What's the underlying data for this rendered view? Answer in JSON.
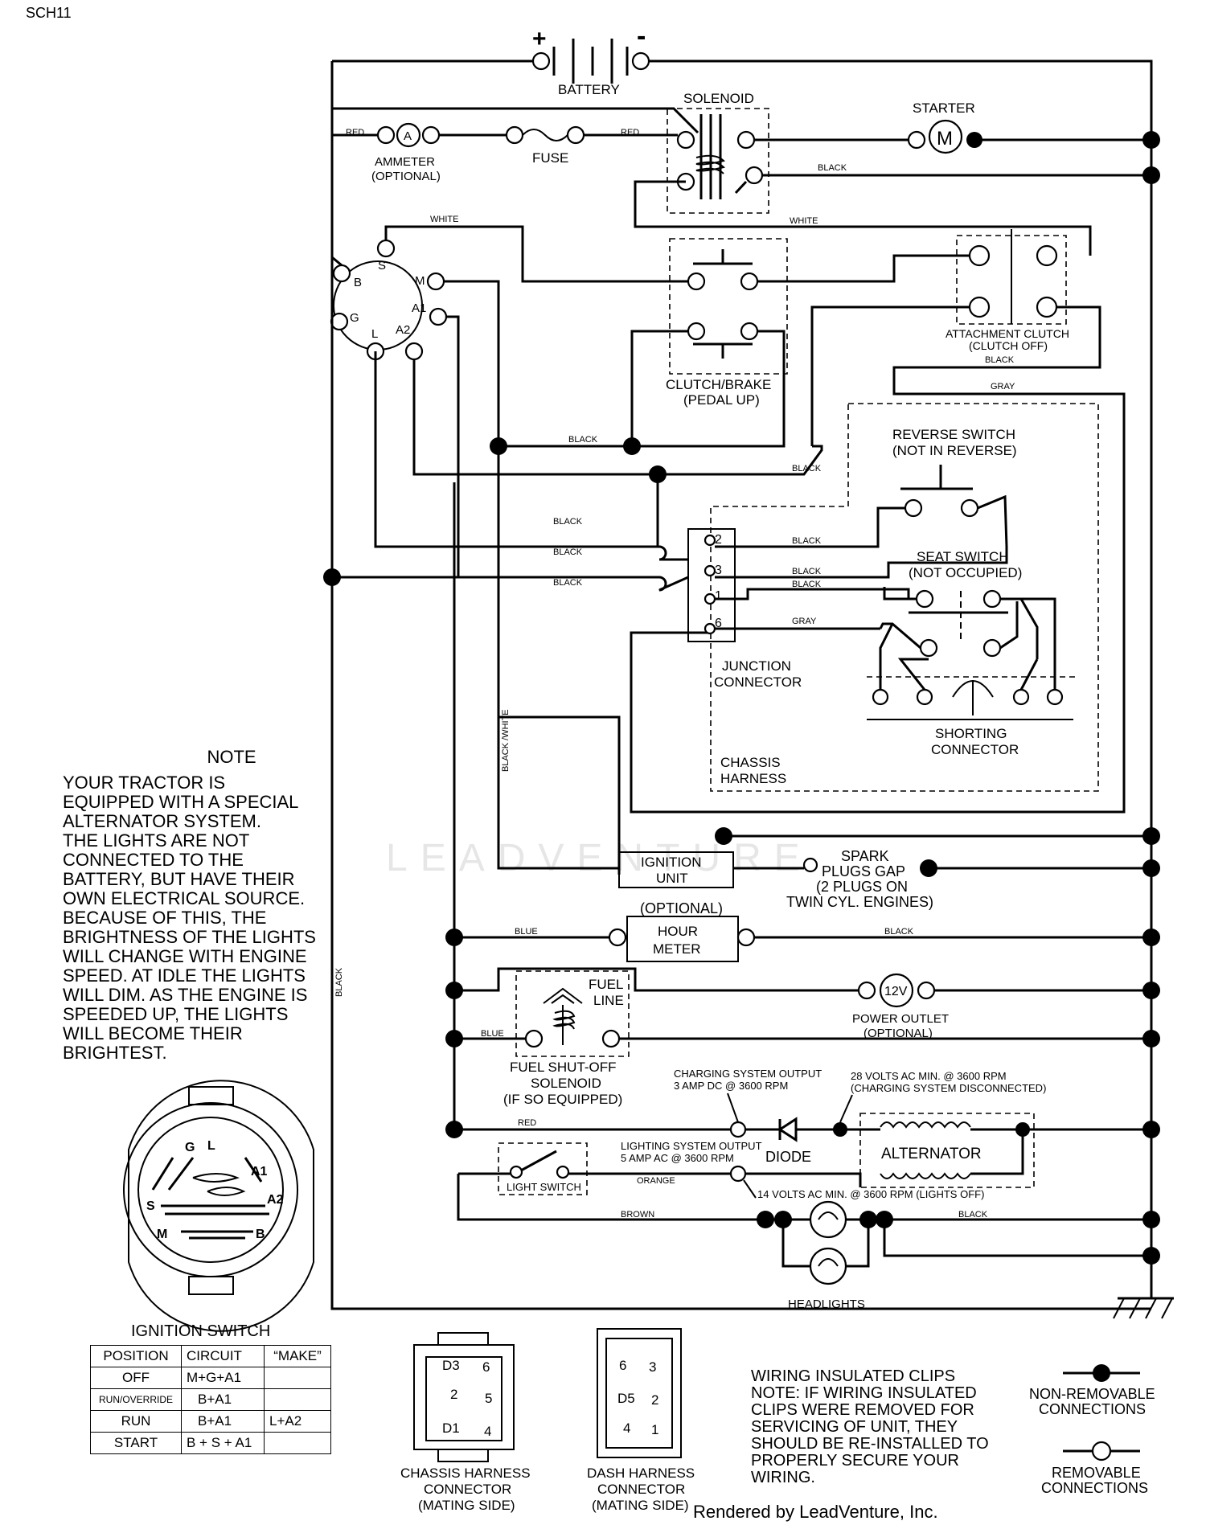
{
  "page_code": "SCH11",
  "battery": {
    "label": "BATTERY",
    "plus": "+",
    "minus": "-"
  },
  "solenoid": {
    "label": "SOLENOID"
  },
  "starter": {
    "label": "STARTER",
    "symbol": "M"
  },
  "ammeter": {
    "symbol": "A",
    "label_line1": "AMMETER",
    "label_line2": "(OPTIONAL)"
  },
  "fuse": {
    "label": "FUSE"
  },
  "ignition_terminals": [
    "S",
    "M",
    "B",
    "A1",
    "G",
    "L",
    "A2"
  ],
  "clutch_brake": {
    "line1": "CLUTCH/BRAKE",
    "line2": "(PEDAL UP)"
  },
  "attachment_clutch": {
    "line1": "ATTACHMENT CLUTCH",
    "line2": "(CLUTCH OFF)"
  },
  "reverse_switch": {
    "line1": "REVERSE SWITCH",
    "line2": "(NOT IN REVERSE)"
  },
  "seat_switch": {
    "line1": "SEAT SWITCH",
    "line2": "(NOT OCCUPIED)"
  },
  "junction_connector": {
    "line1": "JUNCTION",
    "line2": "CONNECTOR",
    "pins": [
      "2",
      "3",
      "1",
      "6"
    ]
  },
  "shorting_connector": {
    "line1": "SHORTING",
    "line2": "CONNECTOR"
  },
  "chassis_harness": {
    "line1": "CHASSIS",
    "line2": "HARNESS"
  },
  "ignition_unit": {
    "line1": "IGNITION",
    "line2": "UNIT"
  },
  "spark_plugs": {
    "line1": "SPARK",
    "line2": "PLUGS GAP",
    "line3": "(2 PLUGS ON",
    "line4": "TWIN CYL. ENGINES)"
  },
  "hour_meter": {
    "optional": "(OPTIONAL)",
    "line1": "HOUR",
    "line2": "METER"
  },
  "fuel_solenoid": {
    "fuel": "FUEL",
    "line": "LINE",
    "line1": "FUEL SHUT-OFF",
    "line2": "SOLENOID",
    "line3": "(IF SO EQUIPPED)"
  },
  "power_outlet": {
    "symbol": "12V",
    "line1": "POWER OUTLET",
    "line2": "(OPTIONAL)"
  },
  "charging": {
    "output_line1": "CHARGING SYSTEM OUTPUT",
    "output_line2": "3 AMP DC @ 3600 RPM",
    "ac_line1": "28 VOLTS AC MIN. @ 3600 RPM",
    "ac_line2": "(CHARGING SYSTEM DISCONNECTED)",
    "lighting_line1": "LIGHTING SYSTEM OUTPUT",
    "lighting_line2": "5 AMP AC @ 3600 RPM",
    "lights_off": "14 VOLTS AC MIN. @ 3600 RPM (LIGHTS OFF)",
    "diode": "DIODE",
    "alternator": "ALTERNATOR",
    "light_switch": "LIGHT SWITCH",
    "headlights": "HEADLIGHTS"
  },
  "wire_colors": {
    "red": "RED",
    "black": "BLACK",
    "white": "WHITE",
    "gray": "GRAY",
    "blue": "BLUE",
    "orange": "ORANGE",
    "brown": "BROWN",
    "black_white": "BLACK /WHITE"
  },
  "note": {
    "title": "NOTE",
    "lines": [
      "YOUR TRACTOR IS",
      "EQUIPPED WITH A SPECIAL",
      "ALTERNATOR SYSTEM.",
      "THE LIGHTS ARE NOT",
      "CONNECTED TO THE",
      "BATTERY, BUT HAVE THEIR",
      "OWN ELECTRICAL SOURCE.",
      "BECAUSE OF THIS, THE",
      "BRIGHTNESS OF THE LIGHTS",
      "WILL CHANGE WITH ENGINE",
      "SPEED.  AT IDLE THE LIGHTS",
      "WILL DIM.  AS THE ENGINE IS",
      "SPEEDED UP, THE LIGHTS",
      "WILL BECOME THEIR",
      "BRIGHTEST."
    ]
  },
  "ignition_switch": {
    "title": "IGNITION SWITCH",
    "face_labels": [
      "G",
      "L",
      "A1",
      "S",
      "A2",
      "M",
      "B"
    ],
    "table": {
      "headers": [
        "POSITION",
        "CIRCUIT",
        "“MAKE”"
      ],
      "rows": [
        {
          "position": "OFF",
          "circuit": "M+G+A1",
          "extra": ""
        },
        {
          "position": "RUN/OVERRIDE",
          "circuit": "B+A1",
          "extra": ""
        },
        {
          "position": "RUN",
          "circuit": "B+A1",
          "extra": "L+A2"
        },
        {
          "position": "START",
          "circuit": "B + S + A1",
          "extra": ""
        }
      ]
    }
  },
  "chassis_connector": {
    "line1": "CHASSIS HARNESS",
    "line2": "CONNECTOR",
    "line3": "(MATING SIDE)",
    "pins": [
      "D3",
      "6",
      "2",
      "5",
      "D1",
      "4"
    ]
  },
  "dash_connector": {
    "line1": "DASH HARNESS",
    "line2": "CONNECTOR",
    "line3": "(MATING SIDE)",
    "pins": [
      "6",
      "3",
      "D5",
      "2",
      "4",
      "1"
    ]
  },
  "clips_note": {
    "lines": [
      "WIRING INSULATED CLIPS",
      "NOTE: IF WIRING INSULATED",
      "CLIPS WERE REMOVED FOR",
      "SERVICING OF UNIT, THEY",
      "SHOULD BE RE-INSTALLED TO",
      "PROPERLY SECURE YOUR",
      "WIRING."
    ]
  },
  "legend": {
    "non_removable_line1": "NON-REMOVABLE",
    "non_removable_line2": "CONNECTIONS",
    "removable_line1": "REMOVABLE",
    "removable_line2": "CONNECTIONS"
  },
  "watermark": "LEADVENTURE",
  "footer": "Rendered by LeadVenture, Inc."
}
